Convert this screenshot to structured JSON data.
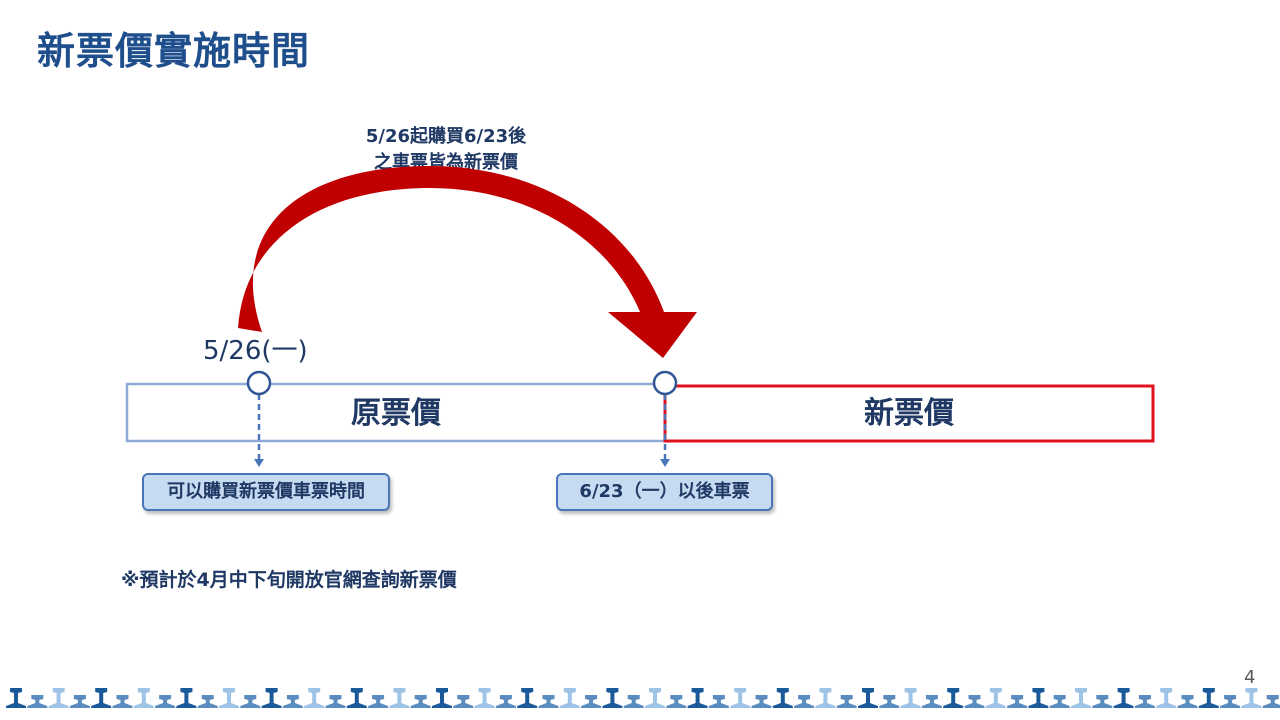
{
  "title": "新票價實施時間",
  "arrow_note": {
    "line1": "5/26起購買6/23後",
    "line2": "之車票皆為新票價"
  },
  "timeline": {
    "start_date_label": "5/26(一)",
    "old_price_label": "原票價",
    "new_price_label": "新票價",
    "callout_left": "可以購買新票價車票時間",
    "callout_right": "6/23（一）以後車票"
  },
  "footnote": "※預計於4月中下旬開放官網查詢新票價",
  "page_number": "4",
  "colors": {
    "title": "#1f4e8c",
    "text_dark": "#1f3864",
    "arrow_red": "#c00000",
    "new_box_red": "#e0101e",
    "old_box_blue": "#8eaad6",
    "marker_blue": "#2f5597",
    "callout_fill": "#c6dbf1",
    "rail_dark": "#1b5a9a",
    "rail_mid": "#5b8cbf",
    "rail_light": "#9dc3e6"
  }
}
